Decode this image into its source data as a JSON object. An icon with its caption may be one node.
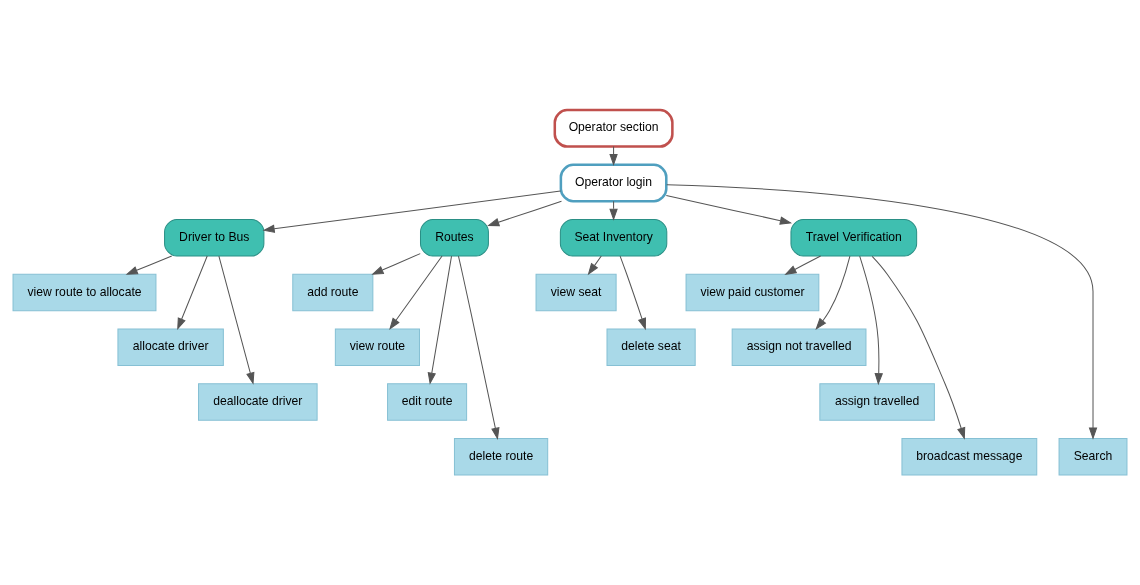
{
  "diagram": {
    "nodes": [
      {
        "text": [
          "Operator section"
        ]
      },
      {
        "text": [
          "Operator login"
        ]
      },
      {
        "text": [
          "Driver to Bus"
        ]
      },
      {
        "text": [
          "view route to allocate"
        ]
      },
      {
        "text": [
          "allocate driver"
        ]
      },
      {
        "text": [
          "deallocate driver"
        ]
      },
      {
        "text": [
          "Routes"
        ]
      },
      {
        "text": [
          "add route"
        ]
      },
      {
        "text": [
          "view route"
        ]
      },
      {
        "text": [
          "edit route"
        ]
      },
      {
        "text": [
          "delete route"
        ]
      },
      {
        "text": [
          "Seat Inventory"
        ]
      },
      {
        "text": [
          "view seat"
        ]
      },
      {
        "text": [
          "delete seat"
        ]
      },
      {
        "text": [
          "Travel Verification"
        ]
      },
      {
        "text": [
          "view paid customer"
        ]
      },
      {
        "text": [
          "assign not travelled"
        ]
      },
      {
        "text": [
          "assign travelled"
        ]
      },
      {
        "text": [
          "broadcast message"
        ]
      },
      {
        "text": [
          "Search"
        ]
      }
    ],
    "edges": [
      {
        "from": 0,
        "to": 1,
        "arrow": "to"
      },
      {
        "from": 1,
        "to": 2,
        "arrow": "to"
      },
      {
        "from": 1,
        "to": 6,
        "arrow": "to"
      },
      {
        "from": 1,
        "to": 11,
        "arrow": "to"
      },
      {
        "from": 1,
        "to": 14,
        "arrow": "to"
      },
      {
        "from": 1,
        "to": 19,
        "arrow": "to"
      },
      {
        "from": 2,
        "to": 3,
        "arrow": "to"
      },
      {
        "from": 2,
        "to": 4,
        "arrow": "to"
      },
      {
        "from": 2,
        "to": 5,
        "arrow": "to"
      },
      {
        "from": 6,
        "to": 7,
        "arrow": "to"
      },
      {
        "from": 6,
        "to": 8,
        "arrow": "to"
      },
      {
        "from": 6,
        "to": 9,
        "arrow": "to"
      },
      {
        "from": 6,
        "to": 10,
        "arrow": "to"
      },
      {
        "from": 11,
        "to": 12,
        "arrow": "to"
      },
      {
        "from": 11,
        "to": 13,
        "arrow": "to"
      },
      {
        "from": 14,
        "to": 15,
        "arrow": "to"
      },
      {
        "from": 14,
        "to": 16,
        "arrow": "to"
      },
      {
        "from": 14,
        "to": 17,
        "arrow": "to"
      },
      {
        "from": 14,
        "to": 18,
        "arrow": "to"
      }
    ]
  }
}
